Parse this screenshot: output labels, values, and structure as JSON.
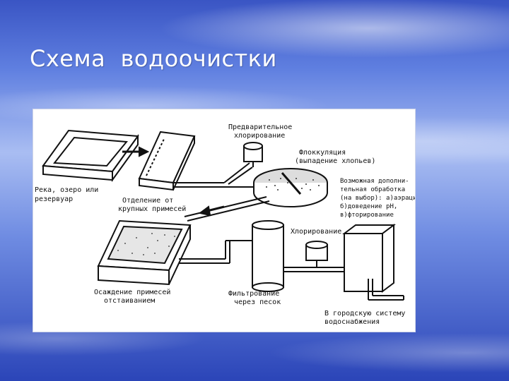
{
  "slide": {
    "title": "Схема  водоочистки"
  },
  "diagram": {
    "labels": {
      "source": [
        "Река, озеро или",
        "резервуар"
      ],
      "coarse_removal": [
        "Отделение от",
        "крупных примесей"
      ],
      "prechlorination": [
        "Предварительное",
        "хлорирование"
      ],
      "flocculation": [
        "Флоккуляция",
        "(выпадение хлопьев)"
      ],
      "extra_treatment": [
        "Возможная дополни-",
        "тельная обработка",
        "(на выбор): а)аэрация,",
        "б)доведение pH,",
        "в)фторирование"
      ],
      "sedimentation": [
        "Осаждение примесей",
        "отстаиванием"
      ],
      "sand_filtration": [
        "Фильтрование",
        "через песок"
      ],
      "chlorination": [
        "Хлорирование"
      ],
      "city_supply": [
        "В городскую систему",
        "водоснабжения"
      ]
    }
  }
}
